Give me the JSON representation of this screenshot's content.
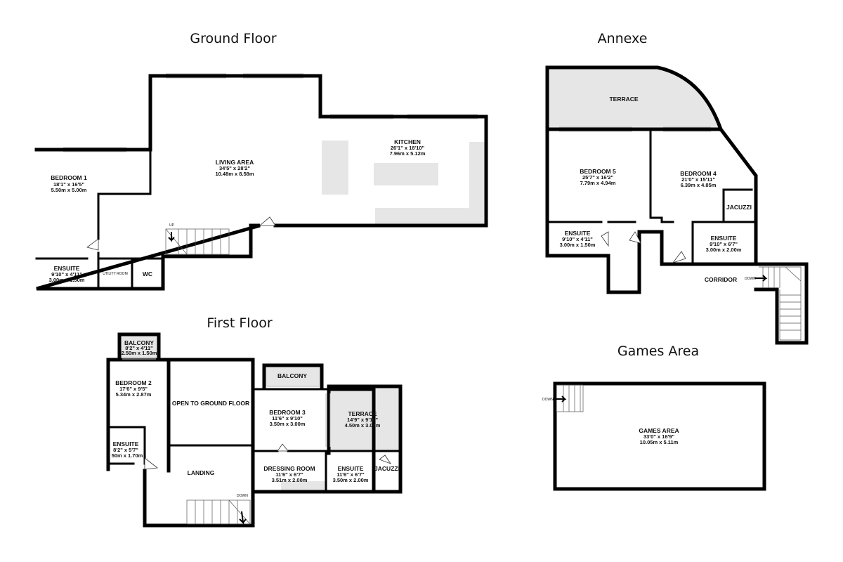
{
  "floors": {
    "ground": "Ground Floor",
    "first": "First Floor",
    "annexe": "Annexe",
    "games": "Games Area"
  },
  "rooms": {
    "bedroom1": {
      "name": "BEDROOM 1",
      "imperial": "18'1\"  x 16'5\"",
      "metric": "5.50m  x 5.00m"
    },
    "living": {
      "name": "LIVING AREA",
      "imperial": "34'5\"  x 28'2\"",
      "metric": "10.48m  x 8.58m"
    },
    "kitchen": {
      "name": "KITCHEN",
      "imperial": "26'1\"  x 16'10\"",
      "metric": "7.96m  x 5.12m"
    },
    "ensuite_g": {
      "name": "ENSUITE",
      "imperial": "9'10\"  x 4'11\"",
      "metric": "3.00m  x 1.50m"
    },
    "utility": {
      "name": "UTILITY ROOM"
    },
    "wc": {
      "name": "WC"
    },
    "balcony_f1": {
      "name": "BALCONY",
      "imperial": "8'2\"  x 4'11\"",
      "metric": "2.50m  x 1.50m"
    },
    "bedroom2": {
      "name": "BEDROOM 2",
      "imperial": "17'6\"  x 9'5\"",
      "metric": "5.34m  x 2.87m"
    },
    "open": {
      "name": "OPEN TO GROUND FLOOR"
    },
    "balcony_f2": {
      "name": "BALCONY"
    },
    "bedroom3": {
      "name": "BEDROOM 3",
      "imperial": "11'6\"  x 9'10\"",
      "metric": "3.50m  x 3.00m"
    },
    "terrace_f": {
      "name": "TERRACE",
      "imperial": "14'9\"  x 9'10\"",
      "metric": "4.50m  x 3.00m"
    },
    "ensuite_f1": {
      "name": "ENSUITE",
      "imperial": "8'2\"  x 5'7\"",
      "metric": "50m  x 1.70m"
    },
    "landing": {
      "name": "LANDING"
    },
    "dressing": {
      "name": "DRESSING ROOM",
      "imperial": "11'6\"  x 6'7\"",
      "metric": "3.51m  x 2.00m"
    },
    "ensuite_f2": {
      "name": "ENSUITE",
      "imperial": "11'6\"  x 6'7\"",
      "metric": "3.50m  x 2.00m"
    },
    "jacuzzi_f": {
      "name": "JACUZZI"
    },
    "terrace_a": {
      "name": "TERRACE"
    },
    "bedroom5": {
      "name": "BEDROOM 5",
      "imperial": "25'7\"  x 16'2\"",
      "metric": "7.79m  x 4.94m"
    },
    "bedroom4": {
      "name": "BEDROOM 4",
      "imperial": "21'0\"  x 15'11\"",
      "metric": "6.39m  x 4.85m"
    },
    "jacuzzi_a": {
      "name": "JACUZZI"
    },
    "ensuite_a1": {
      "name": "ENSUITE",
      "imperial": "9'10\"  x 4'11\"",
      "metric": "3.00m  x 1.50m"
    },
    "ensuite_a2": {
      "name": "ENSUITE",
      "imperial": "9'10\"  x 6'7\"",
      "metric": "3.00m  x 2.00m"
    },
    "corridor": {
      "name": "CORRIDOR"
    },
    "games": {
      "name": "GAMES AREA",
      "imperial": "33'0\"  x 16'9\"",
      "metric": "10.05m  x 5.11m"
    }
  },
  "stairs": {
    "up": "UP",
    "down": "DOWN"
  }
}
